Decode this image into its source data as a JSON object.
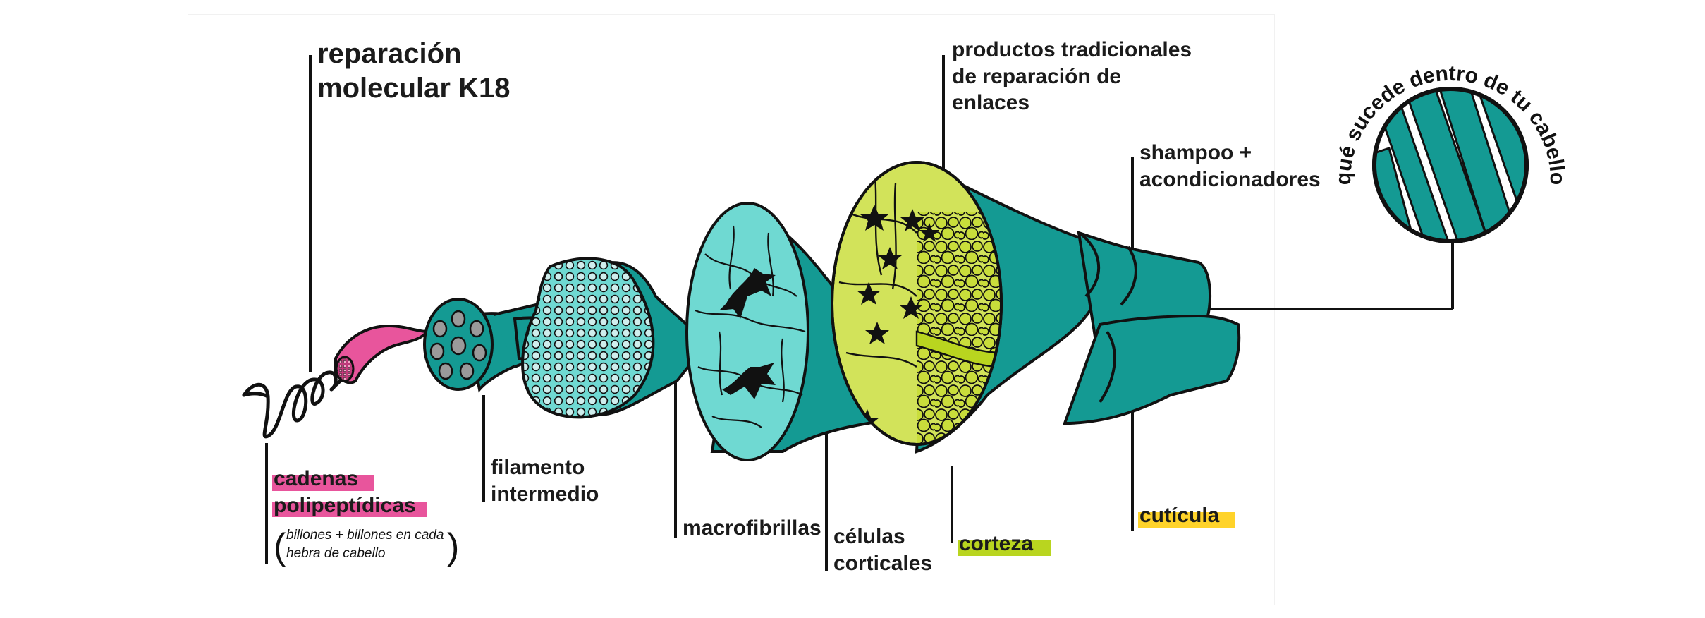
{
  "diagram": {
    "colors": {
      "teal": "#149a93",
      "teal_dark": "#0e7f79",
      "teal_light": "#6fd9d2",
      "lime": "#b9d51f",
      "lime_light": "#d2e35a",
      "pink": "#e8559c",
      "yellow_highlight": "#ffd32a",
      "outline": "#111111"
    },
    "labels": {
      "k18": "reparación\nmolecular K18",
      "traditional": "productos tradicionales\nde reparación de\nenlaces",
      "shampoo": "shampoo +\nacondicionadores",
      "circle_title": "¿qué sucede dentro de tu cabello?",
      "chains_1": "cadenas",
      "chains_2": "polipeptídicas",
      "chains_note": "billones + billones en cada\nhebra de cabello",
      "filament": "filamento\nintermedio",
      "macrofibrils": "macrofibrillas",
      "cortical_cells": "células\ncorticales",
      "cortex": "corteza",
      "cuticle": "cutícula"
    },
    "icons": [
      "polypeptide-coil-icon",
      "protein-strand-icon",
      "filament-bundle-icon",
      "macrofibril-icon",
      "cortex-cross-section-icon",
      "cuticle-layer-icon",
      "hair-strand-magnifier-icon"
    ]
  }
}
